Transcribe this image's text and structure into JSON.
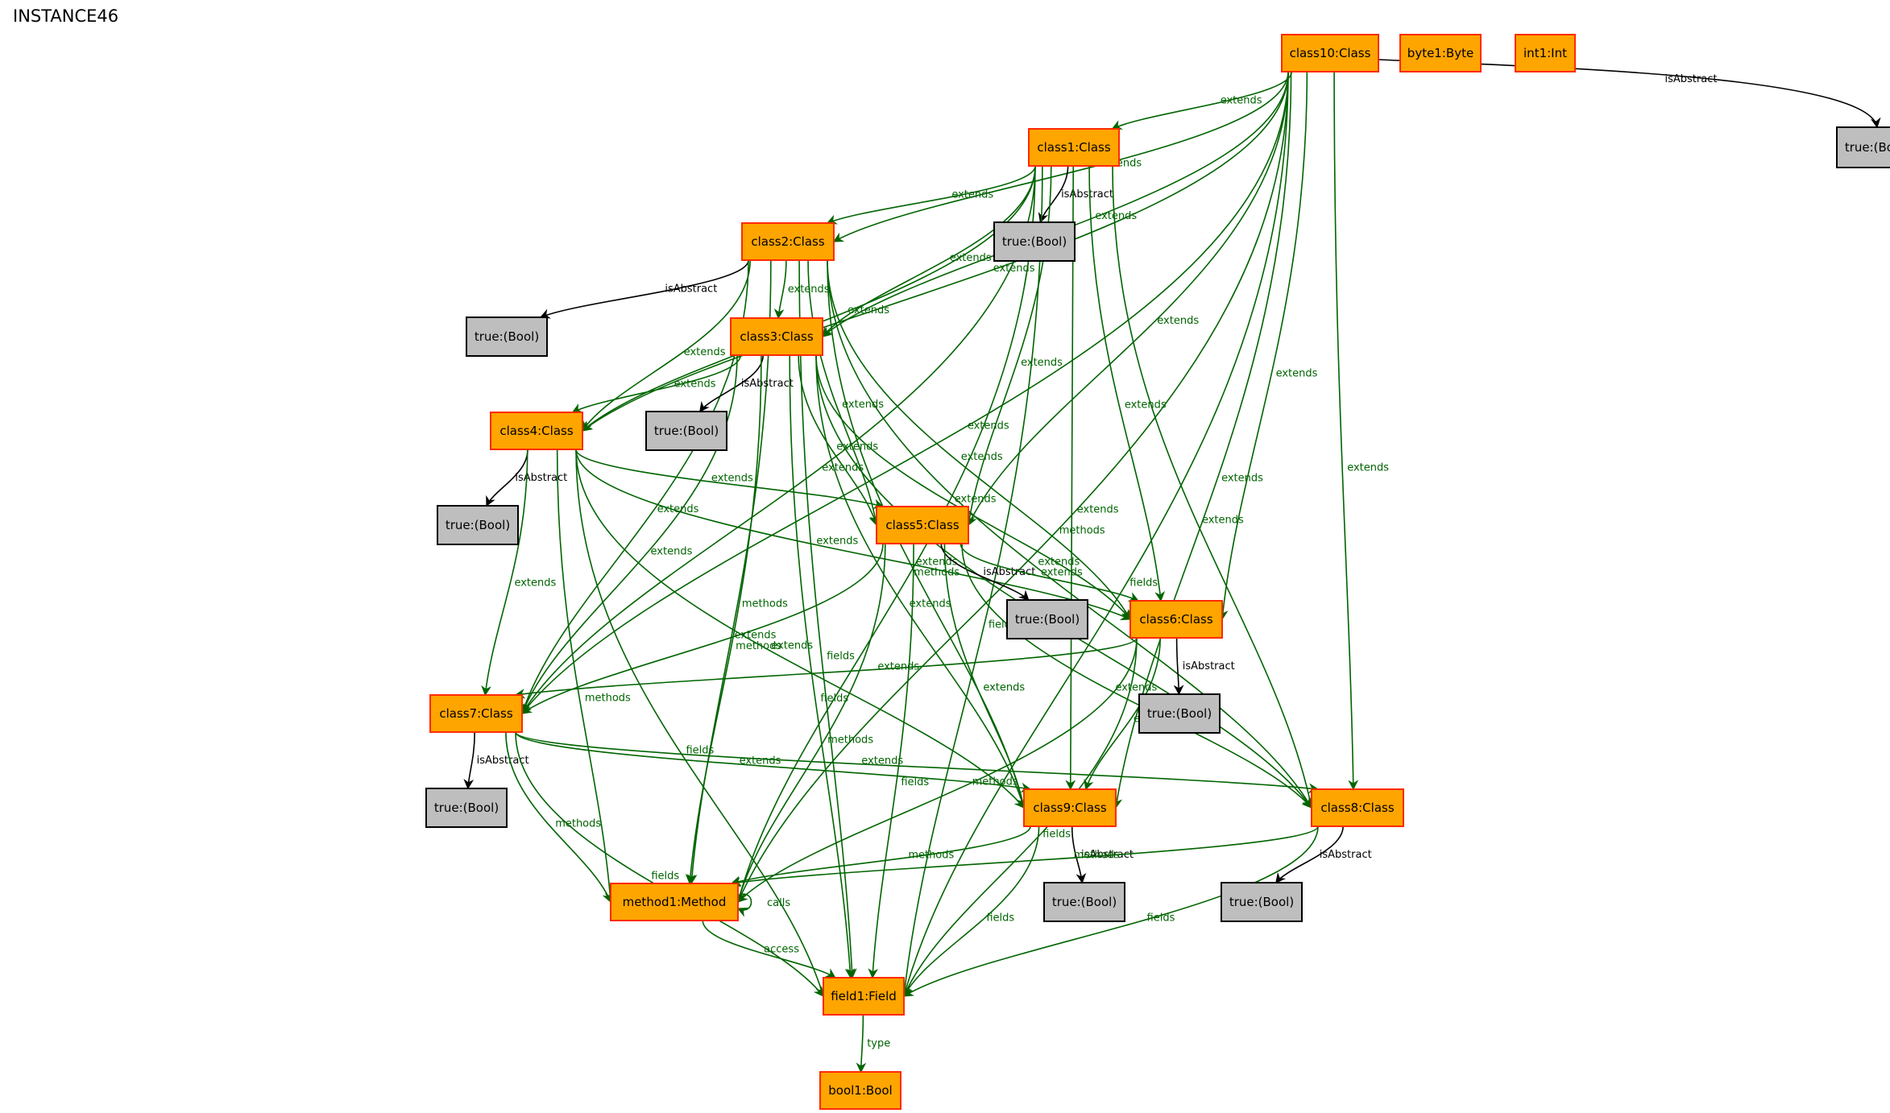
{
  "title": "INSTANCE46",
  "colors": {
    "class_fill": "#FFA500",
    "class_border": "#FF2A00",
    "bool_fill": "#BEBEBE",
    "bool_border": "#000000",
    "green_edge": "#006400",
    "black_edge": "#000000"
  },
  "nodes": [
    {
      "id": "class10",
      "label": "class10:Class",
      "kind": "class"
    },
    {
      "id": "byte1",
      "label": "byte1:Byte",
      "kind": "class"
    },
    {
      "id": "int1",
      "label": "int1:Int",
      "kind": "class"
    },
    {
      "id": "b10",
      "label": "true:(Bool)",
      "kind": "bool"
    },
    {
      "id": "class1",
      "label": "class1:Class",
      "kind": "class"
    },
    {
      "id": "b1",
      "label": "true:(Bool)",
      "kind": "bool"
    },
    {
      "id": "class2",
      "label": "class2:Class",
      "kind": "class"
    },
    {
      "id": "b2",
      "label": "true:(Bool)",
      "kind": "bool"
    },
    {
      "id": "class3",
      "label": "class3:Class",
      "kind": "class"
    },
    {
      "id": "b3",
      "label": "true:(Bool)",
      "kind": "bool"
    },
    {
      "id": "class4",
      "label": "class4:Class",
      "kind": "class"
    },
    {
      "id": "b4",
      "label": "true:(Bool)",
      "kind": "bool"
    },
    {
      "id": "class5",
      "label": "class5:Class",
      "kind": "class"
    },
    {
      "id": "b5",
      "label": "true:(Bool)",
      "kind": "bool"
    },
    {
      "id": "class6",
      "label": "class6:Class",
      "kind": "class"
    },
    {
      "id": "b6",
      "label": "true:(Bool)",
      "kind": "bool"
    },
    {
      "id": "class7",
      "label": "class7:Class",
      "kind": "class"
    },
    {
      "id": "b7",
      "label": "true:(Bool)",
      "kind": "bool"
    },
    {
      "id": "class9",
      "label": "class9:Class",
      "kind": "class"
    },
    {
      "id": "b9",
      "label": "true:(Bool)",
      "kind": "bool"
    },
    {
      "id": "class8",
      "label": "class8:Class",
      "kind": "class"
    },
    {
      "id": "b8",
      "label": "true:(Bool)",
      "kind": "bool"
    },
    {
      "id": "method1",
      "label": "method1:Method",
      "kind": "class"
    },
    {
      "id": "field1",
      "label": "field1:Field",
      "kind": "class"
    },
    {
      "id": "bool1",
      "label": "bool1:Bool",
      "kind": "class"
    }
  ],
  "edges": [
    {
      "from": "class10",
      "to": "b10",
      "label": "isAbstract"
    },
    {
      "from": "class10",
      "to": "class1",
      "label": "extends"
    },
    {
      "from": "class10",
      "to": "class2",
      "label": "extends"
    },
    {
      "from": "class10",
      "to": "class3",
      "label": "extends"
    },
    {
      "from": "class10",
      "to": "class4",
      "label": "extends"
    },
    {
      "from": "class10",
      "to": "class5",
      "label": "extends"
    },
    {
      "from": "class10",
      "to": "class6",
      "label": "extends"
    },
    {
      "from": "class10",
      "to": "class7",
      "label": "extends"
    },
    {
      "from": "class10",
      "to": "class8",
      "label": "extends"
    },
    {
      "from": "class10",
      "to": "class9",
      "label": "extends"
    },
    {
      "from": "class10",
      "to": "method1",
      "label": "methods"
    },
    {
      "from": "class10",
      "to": "field1",
      "label": "fields"
    },
    {
      "from": "class1",
      "to": "b1",
      "label": "isAbstract"
    },
    {
      "from": "class1",
      "to": "class2",
      "label": "extends"
    },
    {
      "from": "class1",
      "to": "class3",
      "label": "extends"
    },
    {
      "from": "class1",
      "to": "class4",
      "label": "extends"
    },
    {
      "from": "class1",
      "to": "class5",
      "label": "extends"
    },
    {
      "from": "class1",
      "to": "class6",
      "label": "extends"
    },
    {
      "from": "class1",
      "to": "class7",
      "label": "extends"
    },
    {
      "from": "class1",
      "to": "class8",
      "label": "extends"
    },
    {
      "from": "class1",
      "to": "class9",
      "label": "extends"
    },
    {
      "from": "class1",
      "to": "method1",
      "label": "methods"
    },
    {
      "from": "class1",
      "to": "field1",
      "label": "fields"
    },
    {
      "from": "class2",
      "to": "b2",
      "label": "isAbstract"
    },
    {
      "from": "class2",
      "to": "class3",
      "label": "extends"
    },
    {
      "from": "class2",
      "to": "class4",
      "label": "extends"
    },
    {
      "from": "class2",
      "to": "class5",
      "label": "extends"
    },
    {
      "from": "class2",
      "to": "class6",
      "label": "extends"
    },
    {
      "from": "class2",
      "to": "class7",
      "label": "extends"
    },
    {
      "from": "class2",
      "to": "class8",
      "label": "extends"
    },
    {
      "from": "class2",
      "to": "class9",
      "label": "extends"
    },
    {
      "from": "class2",
      "to": "method1",
      "label": "methods"
    },
    {
      "from": "class2",
      "to": "field1",
      "label": "fields"
    },
    {
      "from": "class3",
      "to": "b3",
      "label": "isAbstract"
    },
    {
      "from": "class3",
      "to": "class4",
      "label": "extends"
    },
    {
      "from": "class3",
      "to": "class5",
      "label": "extends"
    },
    {
      "from": "class3",
      "to": "class6",
      "label": "extends"
    },
    {
      "from": "class3",
      "to": "class7",
      "label": "extends"
    },
    {
      "from": "class3",
      "to": "class8",
      "label": "extends"
    },
    {
      "from": "class3",
      "to": "class9",
      "label": "extends"
    },
    {
      "from": "class3",
      "to": "method1",
      "label": "methods"
    },
    {
      "from": "class3",
      "to": "field1",
      "label": "fields"
    },
    {
      "from": "class4",
      "to": "b4",
      "label": "isAbstract"
    },
    {
      "from": "class4",
      "to": "class5",
      "label": "extends"
    },
    {
      "from": "class4",
      "to": "class6",
      "label": "extends"
    },
    {
      "from": "class4",
      "to": "class7",
      "label": "extends"
    },
    {
      "from": "class4",
      "to": "class9",
      "label": "extends"
    },
    {
      "from": "class4",
      "to": "method1",
      "label": "methods"
    },
    {
      "from": "class4",
      "to": "field1",
      "label": "fields"
    },
    {
      "from": "class5",
      "to": "b5",
      "label": "isAbstract"
    },
    {
      "from": "class5",
      "to": "class6",
      "label": "extends"
    },
    {
      "from": "class5",
      "to": "class7",
      "label": "extends"
    },
    {
      "from": "class5",
      "to": "class8",
      "label": "extends"
    },
    {
      "from": "class5",
      "to": "class9",
      "label": "extends"
    },
    {
      "from": "class5",
      "to": "method1",
      "label": "methods"
    },
    {
      "from": "class5",
      "to": "field1",
      "label": "fields"
    },
    {
      "from": "class6",
      "to": "b6",
      "label": "isAbstract"
    },
    {
      "from": "class6",
      "to": "class7",
      "label": "extends"
    },
    {
      "from": "class6",
      "to": "class9",
      "label": "extends"
    },
    {
      "from": "class6",
      "to": "method1",
      "label": "methods"
    },
    {
      "from": "class6",
      "to": "field1",
      "label": "fields"
    },
    {
      "from": "class7",
      "to": "b7",
      "label": "isAbstract"
    },
    {
      "from": "class7",
      "to": "class8",
      "label": "extends"
    },
    {
      "from": "class7",
      "to": "class9",
      "label": "extends"
    },
    {
      "from": "class7",
      "to": "method1",
      "label": "methods"
    },
    {
      "from": "class7",
      "to": "field1",
      "label": "fields"
    },
    {
      "from": "class9",
      "to": "b9",
      "label": "isAbstract"
    },
    {
      "from": "class9",
      "to": "method1",
      "label": "methods"
    },
    {
      "from": "class9",
      "to": "field1",
      "label": "fields"
    },
    {
      "from": "class8",
      "to": "b8",
      "label": "isAbstract"
    },
    {
      "from": "class8",
      "to": "method1",
      "label": "methods"
    },
    {
      "from": "class8",
      "to": "field1",
      "label": "fields"
    },
    {
      "from": "method1",
      "to": "method1",
      "label": "calls"
    },
    {
      "from": "method1",
      "to": "field1",
      "label": "access"
    },
    {
      "from": "field1",
      "to": "bool1",
      "label": "type"
    }
  ]
}
